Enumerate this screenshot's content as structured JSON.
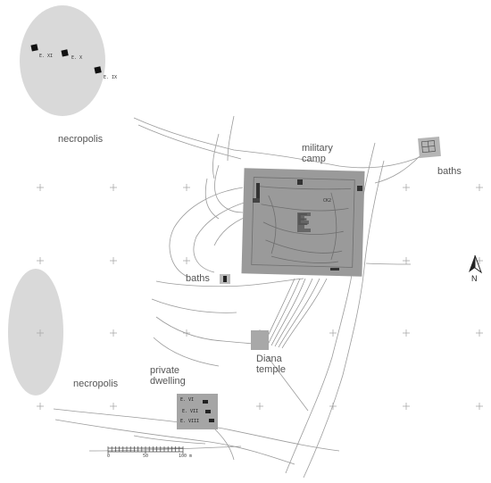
{
  "labels": {
    "necropolis_top": "necropolis",
    "necropolis_bottom": "necropolis",
    "military_camp": "military\ncamp",
    "baths_right": "baths",
    "baths_center": "baths",
    "diana_temple": "Diana\ntemple",
    "private_dwelling": "private\ndwelling"
  },
  "tomb_markers": [
    "E. XI",
    "E. X",
    "E. IX"
  ],
  "dwelling_markers": [
    "E. VI",
    "E. VII",
    "E. VIII"
  ],
  "camp_marker": "E",
  "camp_small_label": "CK2",
  "scale_bar": {
    "start": "0",
    "mid": "50",
    "end": "100 m"
  },
  "compass": {
    "label": "N"
  },
  "colors": {
    "zone_fill": "#d9d9d9",
    "camp_fill": "#9a9a9a",
    "line": "#9b9b9b",
    "label_text": "#555555"
  }
}
